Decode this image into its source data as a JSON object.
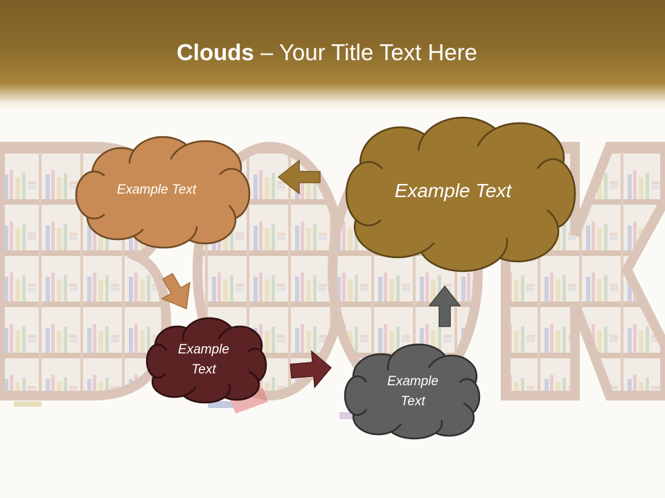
{
  "slide": {
    "title_bold": "Clouds",
    "title_dash": " – ",
    "title_rest": "Your Title Text Here"
  },
  "background": {
    "word": "BOOK"
  },
  "clouds": [
    {
      "id": "top-left",
      "text": "Example Text",
      "color": "#c98b55"
    },
    {
      "id": "top-right",
      "text": "Example Text",
      "color": "#9b7730"
    },
    {
      "id": "bottom-left",
      "text": "Example Text",
      "color": "#5b2323"
    },
    {
      "id": "bottom-right",
      "text": "Example Text",
      "color": "#5f5f5f"
    }
  ],
  "arrows": [
    {
      "id": "left-pointing",
      "direction": "left",
      "color": "#9b7730"
    },
    {
      "id": "down-right-pointing",
      "direction": "down-right",
      "color": "#c98b55"
    },
    {
      "id": "right-pointing",
      "direction": "right",
      "color": "#6e2a2a"
    },
    {
      "id": "up-pointing",
      "direction": "up",
      "color": "#606060"
    }
  ]
}
